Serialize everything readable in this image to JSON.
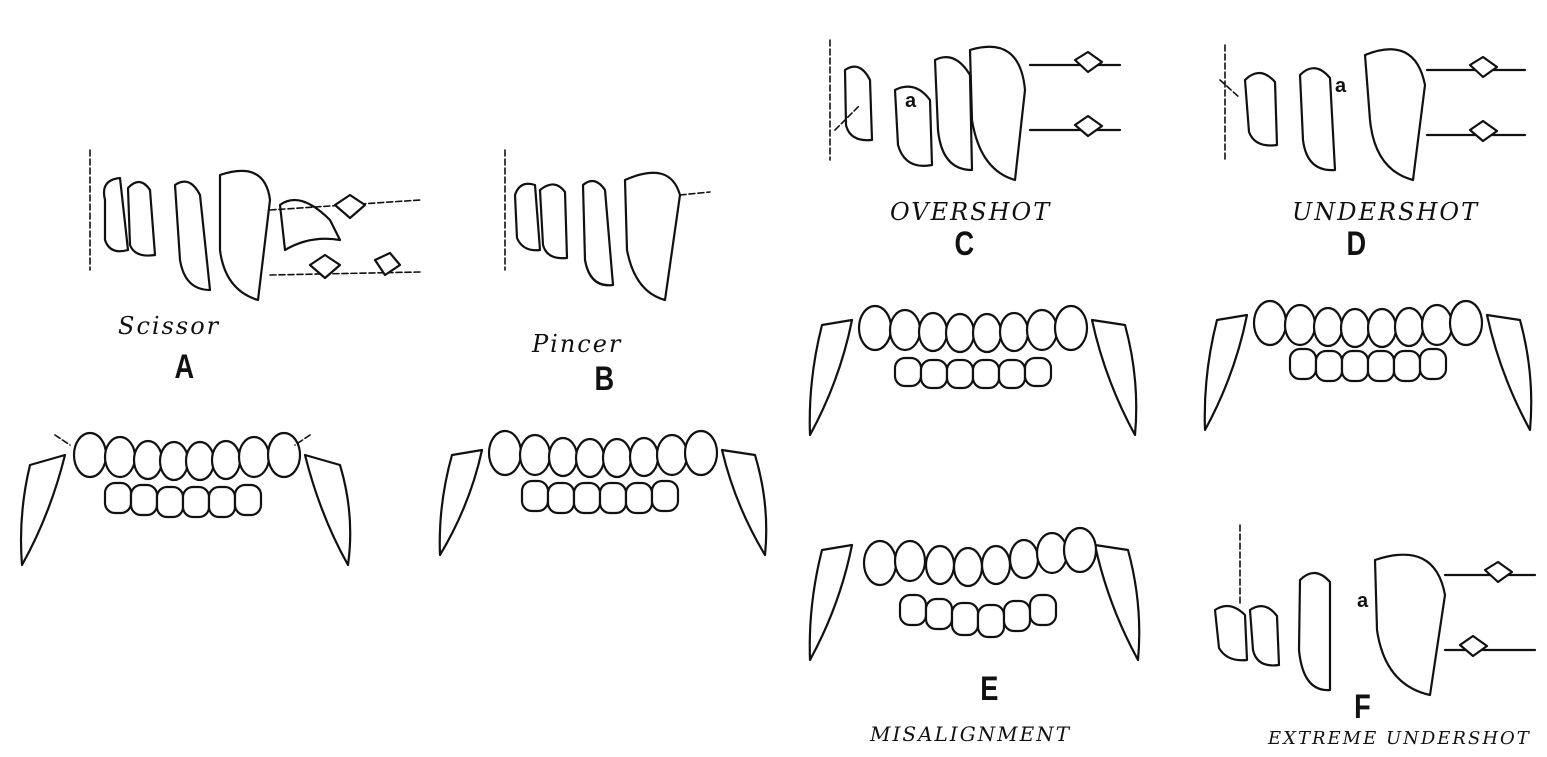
{
  "panels": {
    "A": {
      "letter": "A",
      "caption": "Scissor"
    },
    "B": {
      "letter": "B",
      "caption": "Pincer"
    },
    "C": {
      "letter": "C",
      "caption": "OVERSHOT",
      "tooth_mark": "a"
    },
    "D": {
      "letter": "D",
      "caption": "UNDERSHOT",
      "tooth_mark": "a"
    },
    "E": {
      "letter": "E",
      "caption": "MISALIGNMENT"
    },
    "F": {
      "letter": "F",
      "caption": "EXTREME UNDERSHOT",
      "tooth_mark": "a"
    }
  }
}
